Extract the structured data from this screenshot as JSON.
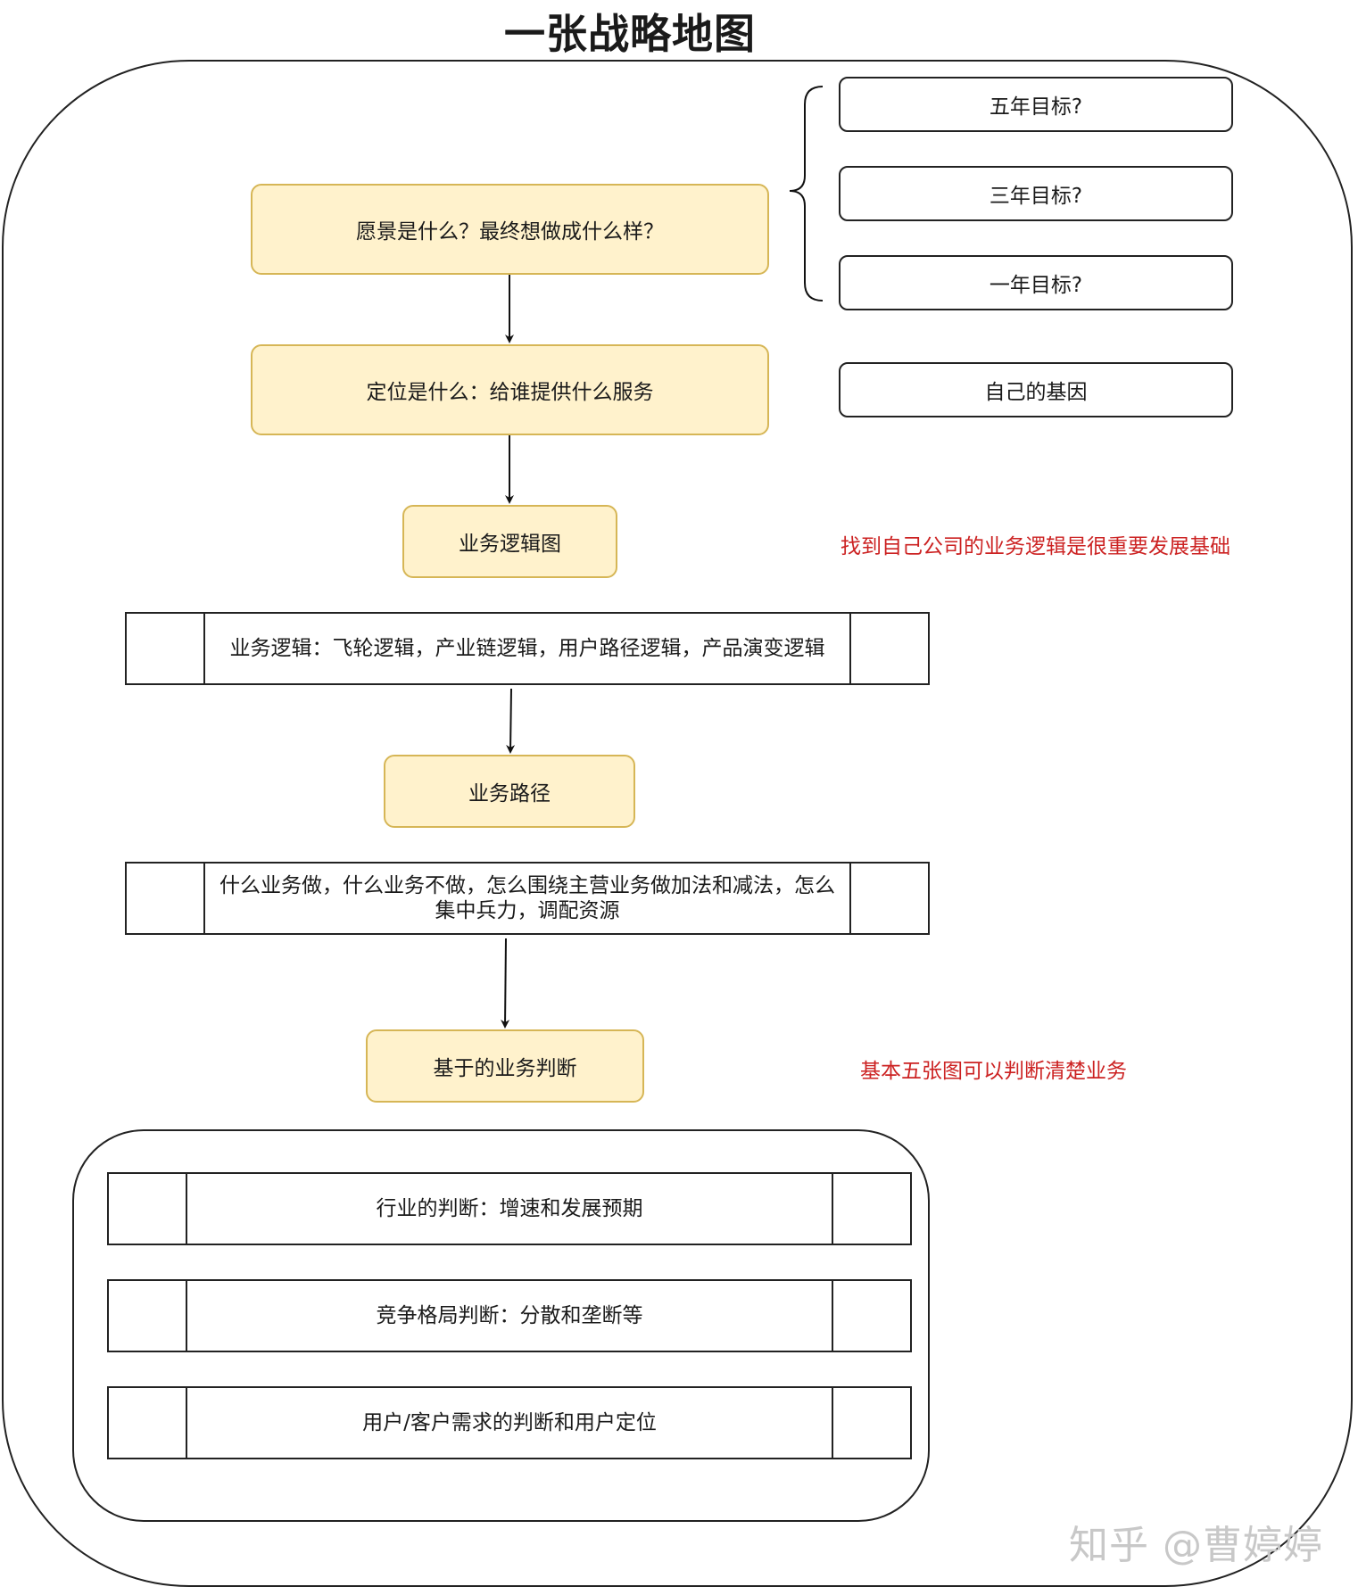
{
  "title": "一张战略地图",
  "flow": {
    "vision": "愿景是什么？最终想做成什么样？",
    "positioning": "定位是什么：给谁提供什么服务",
    "business_logic_map": "业务逻辑图",
    "business_logic_detail": "业务逻辑：飞轮逻辑，产业链逻辑，用户路径逻辑，产品演变逻辑",
    "business_path": "业务路径",
    "business_path_detail": "什么业务做，什么业务不做，怎么围绕主营业务做加法和减法，怎么集中兵力，调配资源",
    "business_judgment": "基于的业务判断"
  },
  "goals": [
    "五年目标?",
    "三年目标?",
    "一年目标?"
  ],
  "gene": "自己的基因",
  "notes": {
    "logic_note": "找到自己公司的业务逻辑是很重要发展基础",
    "judgment_note": "基本五张图可以判断清楚业务"
  },
  "judgments": [
    "行业的判断：增速和发展预期",
    "竞争格局判断：分散和垄断等",
    "用户/客户需求的判断和用户定位"
  ],
  "watermark": "知乎 @曹婷婷",
  "colors": {
    "box_fill": "#fff2cc",
    "box_border": "#d6b656",
    "note_text": "#cc2222"
  }
}
